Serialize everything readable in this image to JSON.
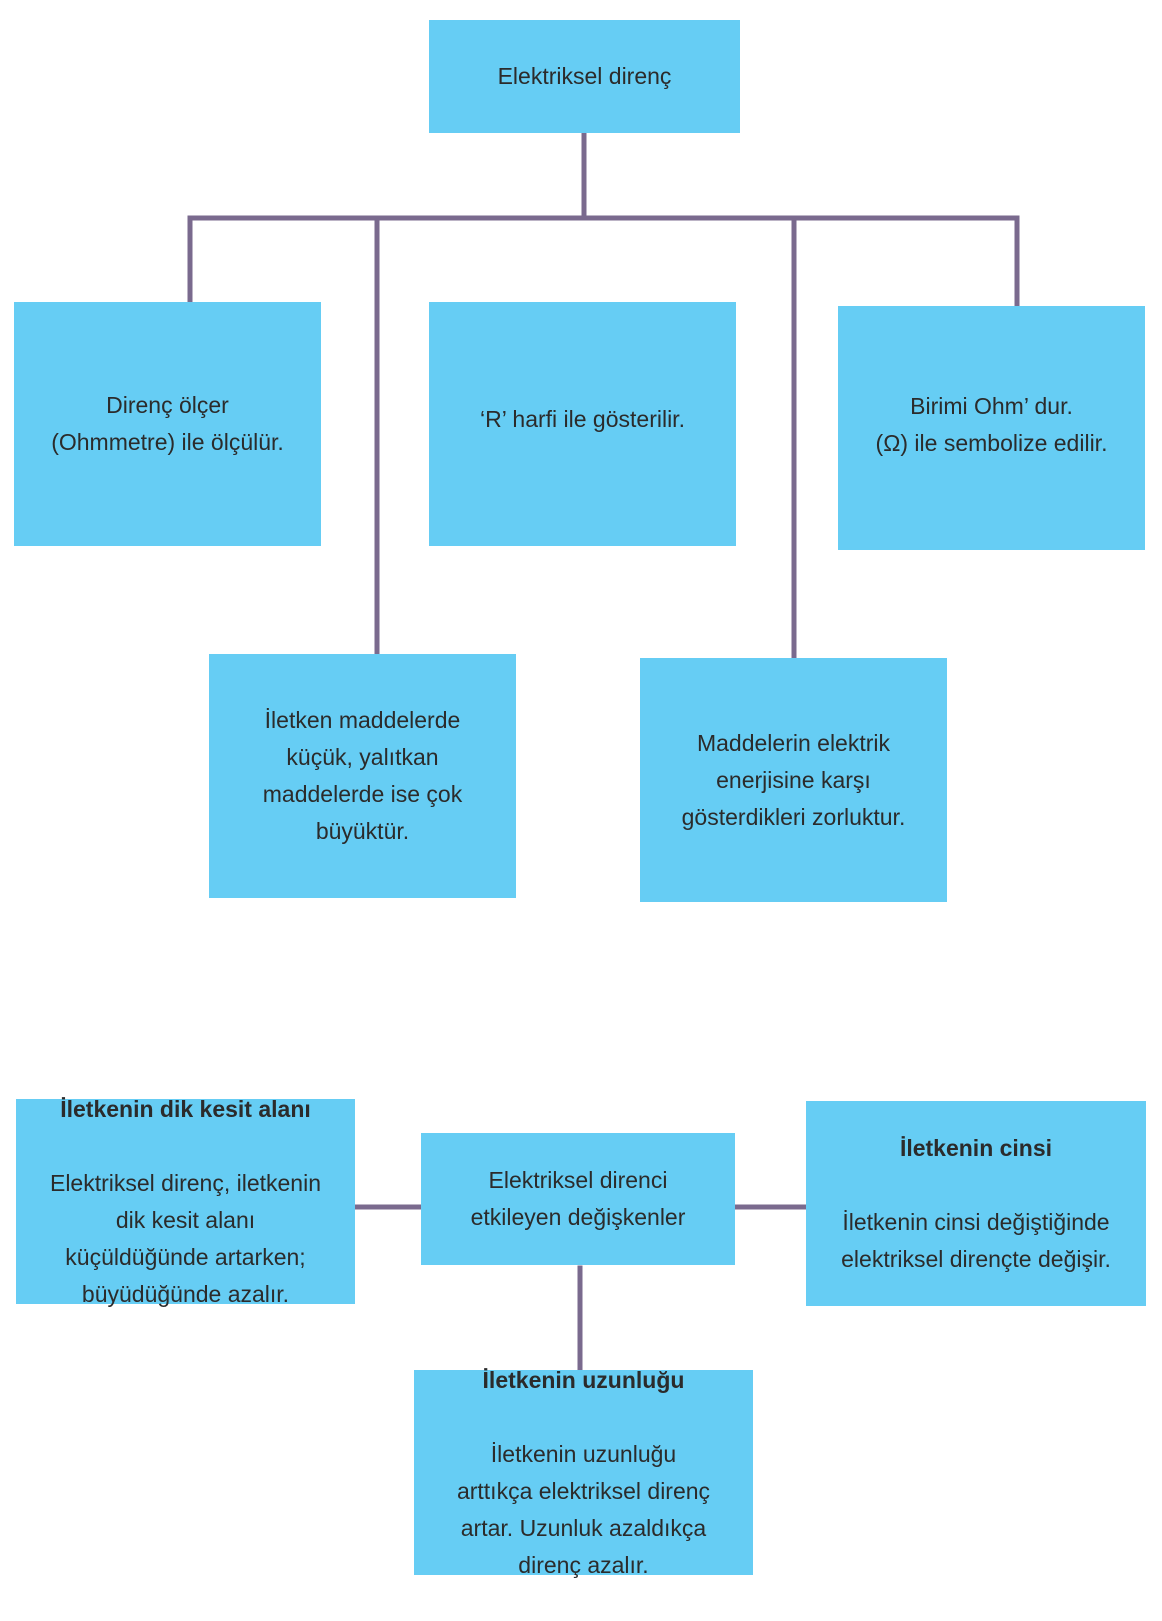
{
  "main_diagram": {
    "root": "Elektriksel direnç",
    "boxes": {
      "measure": "Direnç  ölçer\n(Ohmmetre) ile ölçülür.",
      "symbol": "‘R’ harfi ile gösterilir.",
      "unit": "Birimi Ohm’ dur.\n(Ω) ile sembolize edilir.",
      "magnitude": "İletken maddelerde\nküçük, yalıtkan\nmaddelerde ise çok\nbüyüktür.",
      "definition": "Maddelerin elektrik\nenerjisine karşı\ngösterdikleri zorluktur."
    }
  },
  "factors_diagram": {
    "center": "Elektriksel direnci\netkileyen değişkenler",
    "area": {
      "title": "İletkenin dik kesit alanı",
      "text": "Elektriksel  direnç,  iletkenin\ndik kesit alanı\nküçüldüğünde artarken;\nbüyüdüğünde azalır."
    },
    "type": {
      "title": "İletkenin cinsi",
      "text": "İletkenin  cinsi  değiştiğinde\nelektriksel dirençte değişir."
    },
    "length": {
      "title": "İletkenin uzunluğu",
      "text": "İletkenin uzunluğu\narttıkça   elektriksel   direnç\nartar. Uzunluk azaldıkça\ndirenç azalır."
    }
  },
  "colors": {
    "box_fill": "#66cdf4",
    "connector": "#7a6a8e",
    "text": "#2b2b2b"
  }
}
